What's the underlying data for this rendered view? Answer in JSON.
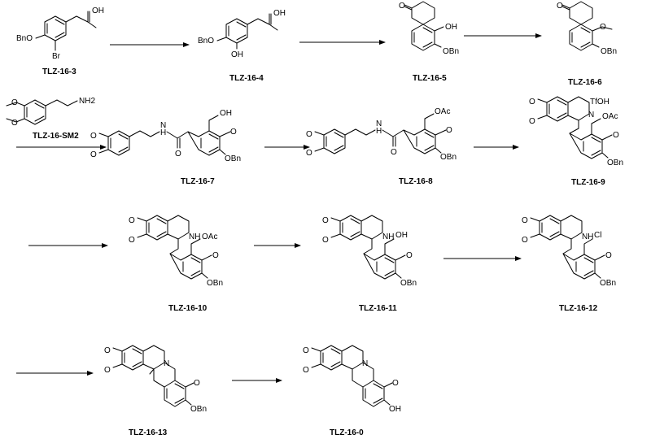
{
  "title": "",
  "compounds": {
    "c3": "TLZ-16-3",
    "c4": "TLZ-16-4",
    "c5": "TLZ-16-5",
    "c6": "TLZ-16-6",
    "sm2": "TLZ-16-SM2",
    "c7": "TLZ-16-7",
    "c8": "TLZ-16-8",
    "c9": "TLZ-16-9",
    "c10": "TLZ-16-10",
    "c11": "TLZ-16-11",
    "c12": "TLZ-16-12",
    "c13": "TLZ-16-13",
    "c0": "TLZ-16-0"
  },
  "atoms": {
    "oh": "OH",
    "obn": "OBn",
    "bno": "BnO",
    "br": "Br",
    "o": "O",
    "nh2": "NH2",
    "h": "H",
    "n": "N",
    "nh": "NH",
    "oac": "OAc",
    "tfoh": "TfOH",
    "cl": "Cl"
  }
}
